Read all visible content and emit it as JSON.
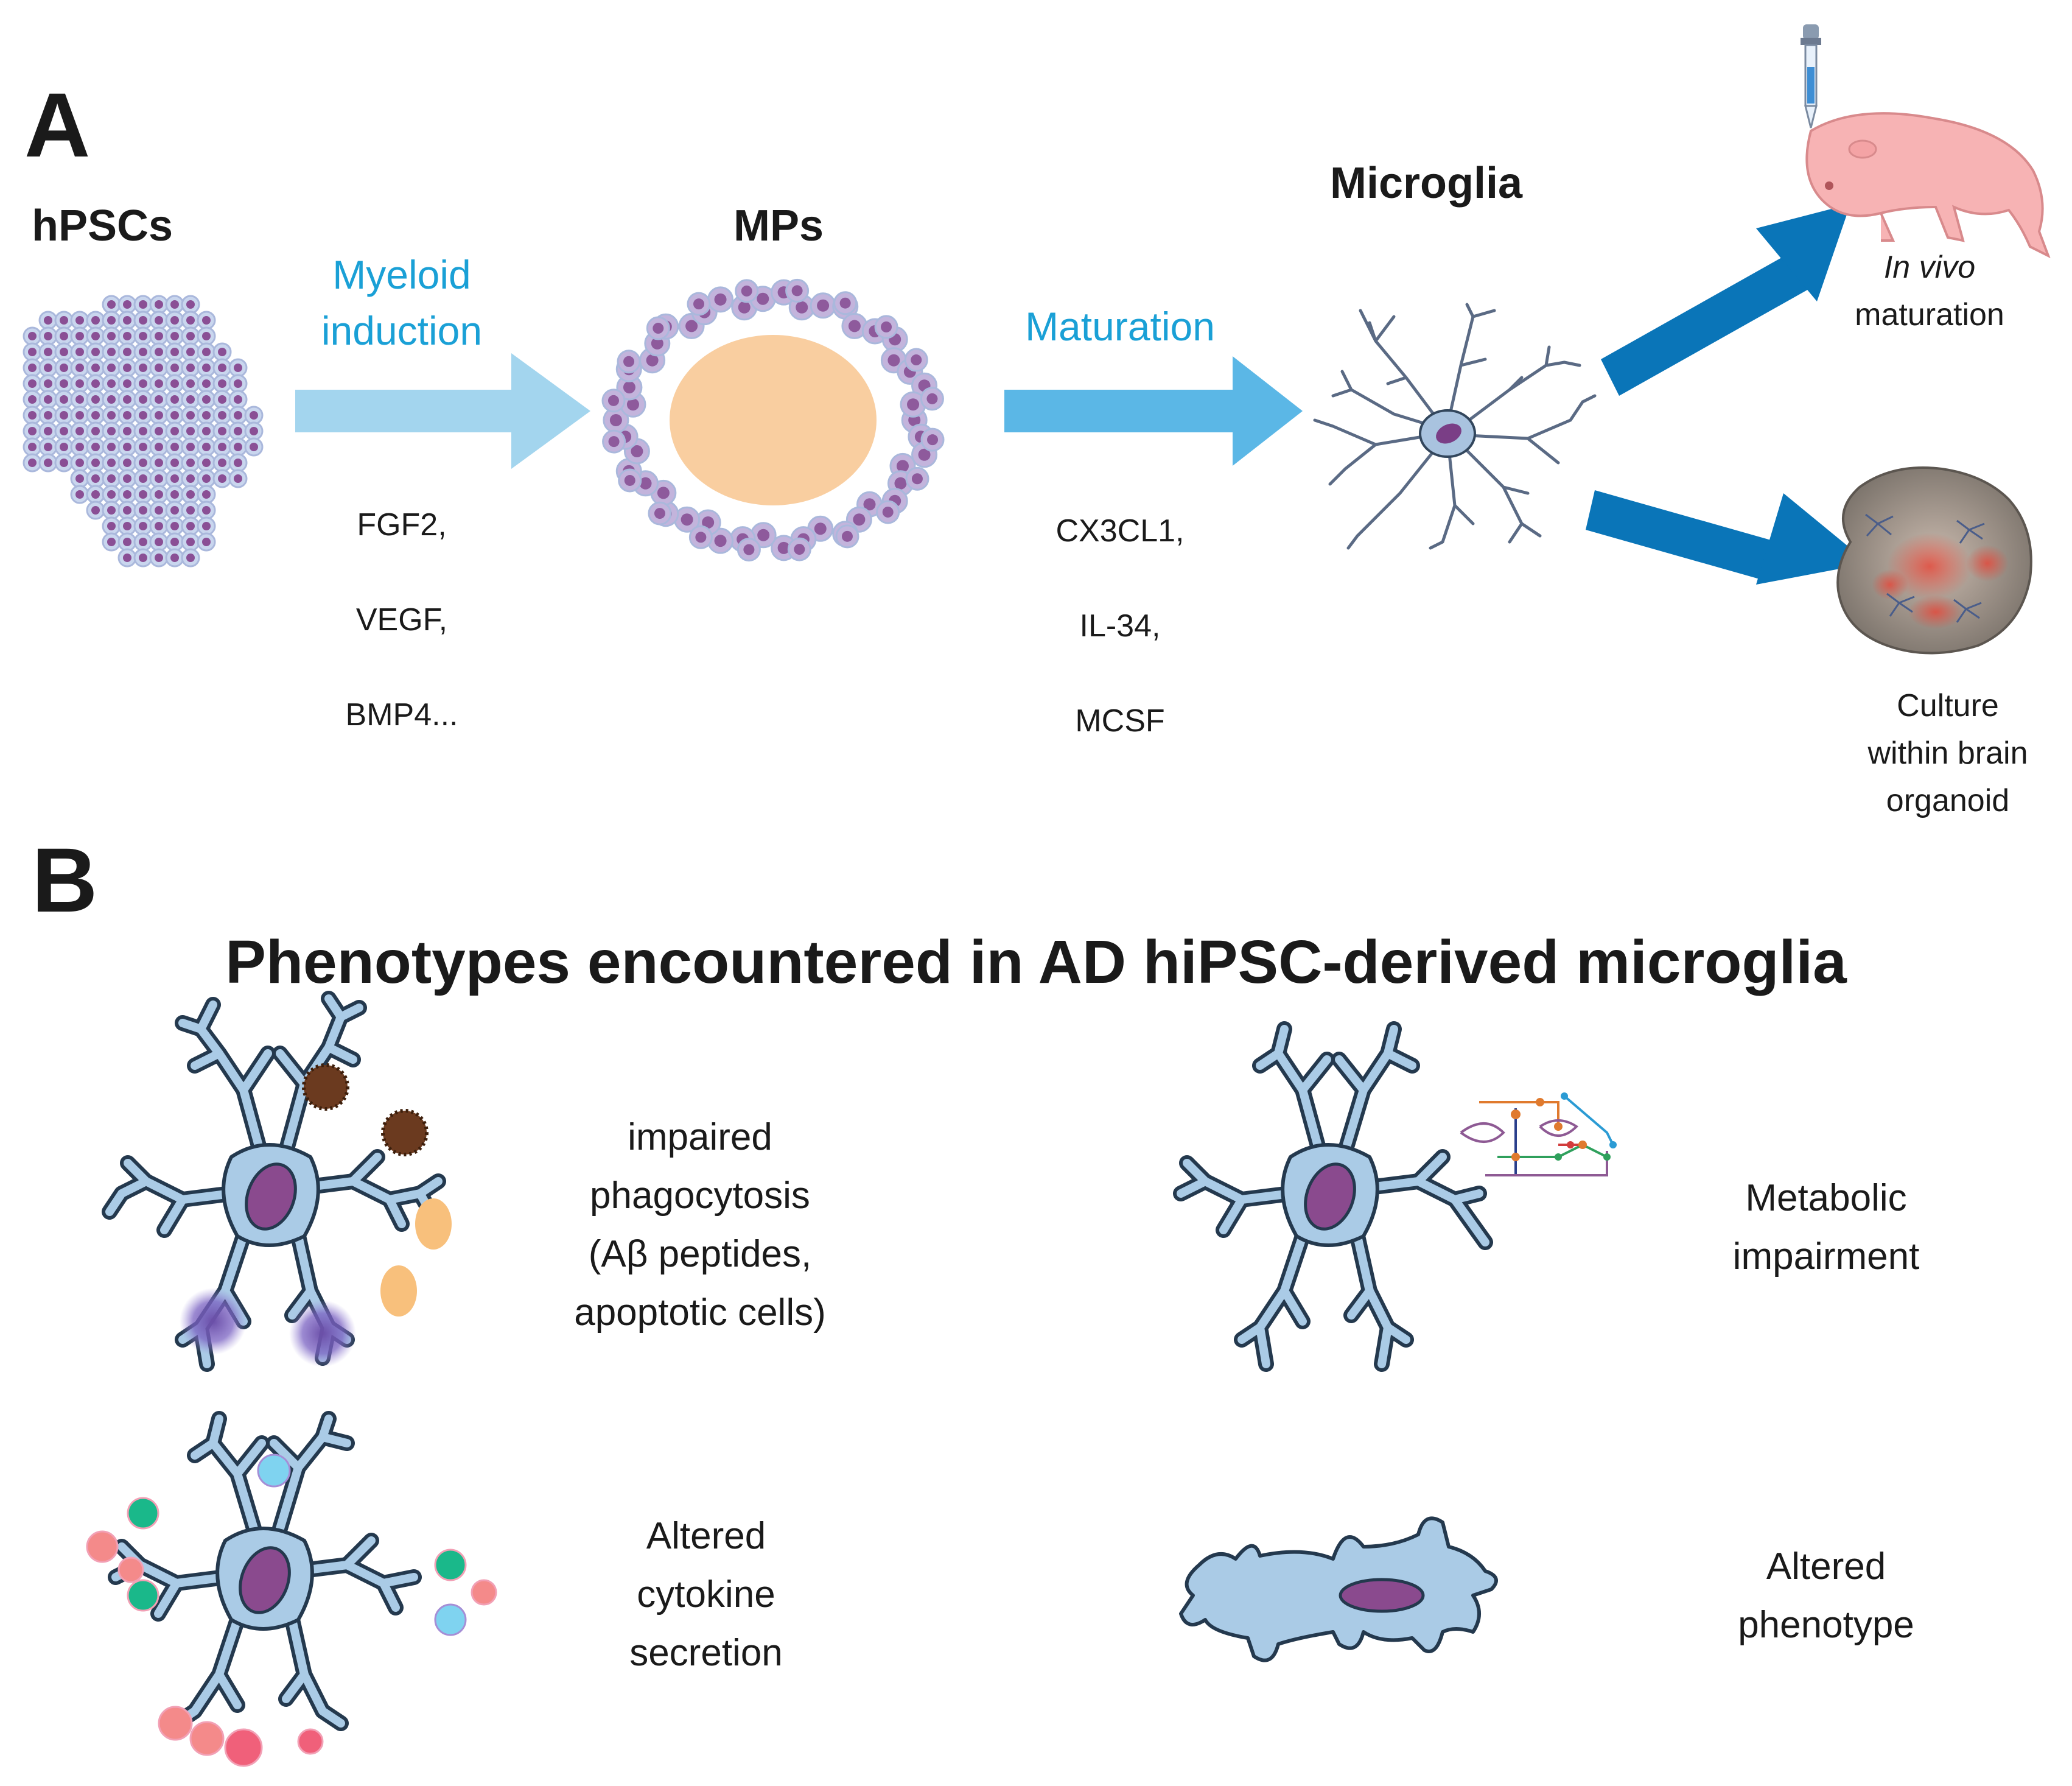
{
  "panel_a": {
    "letter": "A",
    "stages": {
      "hpscs": "hPSCs",
      "mps": "MPs",
      "microglia": "Microglia"
    },
    "step1": {
      "label_line1": "Myeloid",
      "label_line2": "induction",
      "factors": [
        "FGF2,",
        "VEGF,",
        "BMP4..."
      ]
    },
    "step2": {
      "label": "Maturation",
      "factors": [
        "CX3CL1,",
        "IL-34,",
        "MCSF"
      ]
    },
    "in_vivo": {
      "italic": "In vivo",
      "rest": "maturation"
    },
    "organoid": {
      "lines": [
        "Culture",
        "within brain",
        "organoid"
      ]
    }
  },
  "panel_b": {
    "letter": "B",
    "title": "Phenotypes encountered in AD hiPSC-derived microglia",
    "phenotypes": [
      {
        "lines": [
          "impaired",
          "phagocytosis",
          "(Aβ peptides,",
          "apoptotic cells)"
        ]
      },
      {
        "lines": [
          "Metabolic",
          "impairment"
        ]
      },
      {
        "lines": [
          "Altered",
          "cytokine",
          "secretion"
        ]
      },
      {
        "lines": [
          "Altered",
          "phenotype"
        ]
      }
    ]
  },
  "colors": {
    "light_arrow": "#a3d5ee",
    "mid_arrow": "#5bb7e6",
    "dark_arrow": "#0a75b8",
    "cell_fill": "#aacbe6",
    "cell_stroke": "#24394e",
    "nucleus": "#8a4a8e",
    "stem_cell_body": "#c9d6ee",
    "stem_cell_nucleus": "#8a4f95",
    "orange_core": "#f8c996"
  }
}
